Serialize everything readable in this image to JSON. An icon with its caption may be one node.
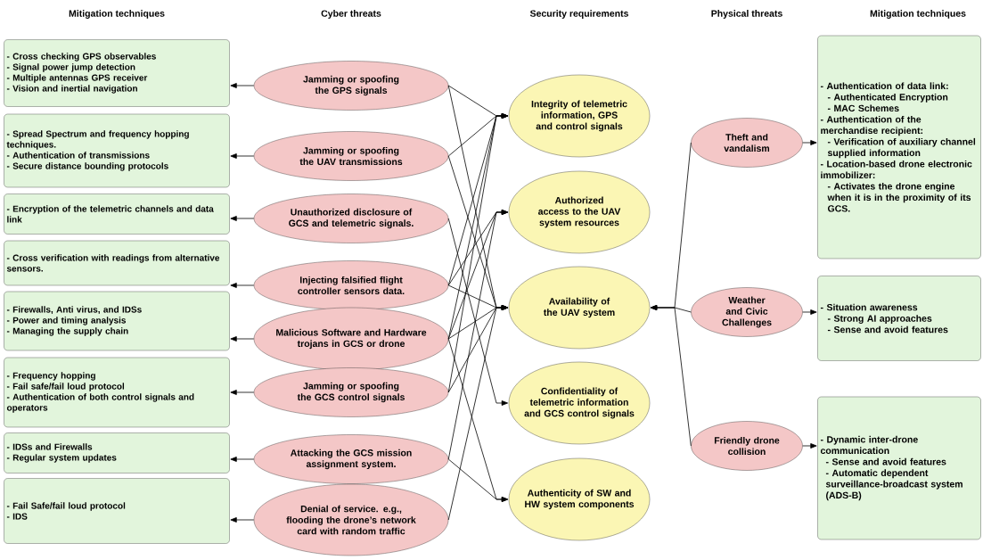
{
  "diagram": {
    "nodes": [
      {
        "text": [
          "- Cross checking GPS observables",
          "- Signal power jump detection",
          "- Multiple antennas GPS receiver",
          "- Vision and inertial navigation"
        ]
      },
      {
        "text": [
          "- Spread Spectrum and frequency hopping techniques.",
          "- Authentication of  transmissions",
          "- Secure distance bounding protocols"
        ]
      },
      {
        "text": [
          "- Encryption of the telemetric channels and data link"
        ]
      },
      {
        "text": [
          "- Cross verification with readings from alternative sensors."
        ]
      },
      {
        "text": [
          "- Firewalls, Anti virus, and IDSs",
          "- Power and timing analysis",
          "- Managing the supply chain"
        ]
      },
      {
        "text": [
          "- Frequency hopping",
          "- Fail safe/fail loud protocol",
          "- Authentication of both control signals and operators"
        ]
      },
      {
        "text": [
          "- IDSs and Firewalls",
          "- Regular system updates"
        ]
      },
      {
        "text": [
          "- Fail Safe/fail loud protocol",
          "- IDS"
        ]
      },
      {
        "text": [
          "Jamming or spoofing the GPS signals"
        ]
      },
      {
        "text": [
          "Jamming or spoofing the UAV transmissions"
        ]
      },
      {
        "text": [
          "Unauthorized disclosure of GCS and telemetric signals."
        ]
      },
      {
        "text": [
          "Injecting falsified flight controller sensors data."
        ]
      },
      {
        "text": [
          "Malicious Software and Hardware trojans in GCS or drone"
        ]
      },
      {
        "text": [
          "Jamming or spoofing the GCS control signals"
        ]
      },
      {
        "text": [
          "Attacking the GCS mission assignment system."
        ]
      },
      {
        "text": [
          "Denial of service. e.g., flooding the drone’s network card with random traffic"
        ]
      },
      {
        "text": [
          "Integrity of telemetric information, GPS and control signals"
        ]
      },
      {
        "text": [
          "Authorized access to the UAV system resources"
        ]
      },
      {
        "text": [
          "Availability of the UAV system"
        ]
      },
      {
        "text": [
          "Confidentiality of telemetric information and GCS control signals"
        ]
      },
      {
        "text": [
          "Authenticity of SW and HW system components"
        ]
      },
      {
        "text": [
          "Theft and vandalism"
        ]
      },
      {
        "text": [
          "Weather and Civic Challenges"
        ]
      },
      {
        "text": [
          "Friendly drone collision"
        ]
      },
      {
        "text": [
          "- Authentication of data link:",
          "- Authenticated Encryption",
          "- MAC Schemes",
          "- Authentication of the merchandise recipient:",
          "- Verification of auxiliary channel supplied information",
          "- Location-based drone electronic immobilizer:",
          "- Activates the drone engine when it is in the proximity of its GCS."
        ]
      },
      {
        "text": [
          "- Situation awareness",
          "- Strong AI approaches",
          "- Sense and avoid features"
        ]
      },
      {
        "text": [
          "- Dynamic inter-drone communication",
          "- Sense and avoid features",
          "- Automatic dependent surveillance-broadcast system (ADS-B)"
        ]
      }
    ],
    "edges": [
      {
        "from": 8,
        "to": 0,
        "arrow": "to"
      },
      {
        "from": 9,
        "to": 1,
        "arrow": "to"
      },
      {
        "from": 10,
        "to": 2,
        "arrow": "to"
      },
      {
        "from": 11,
        "to": 3,
        "arrow": "to"
      },
      {
        "from": 12,
        "to": 4,
        "arrow": "to"
      },
      {
        "from": 13,
        "to": 5,
        "arrow": "to"
      },
      {
        "from": 14,
        "to": 6,
        "arrow": "to"
      },
      {
        "from": 15,
        "to": 7,
        "arrow": "to"
      },
      {
        "from": 8,
        "to": 16,
        "arrow": "to"
      },
      {
        "from": 8,
        "to": 18,
        "arrow": "to"
      },
      {
        "from": 9,
        "to": 16,
        "arrow": "to"
      },
      {
        "from": 9,
        "to": 18,
        "arrow": "to"
      },
      {
        "from": 10,
        "to": 19,
        "arrow": "to"
      },
      {
        "from": 11,
        "to": 16,
        "arrow": "to"
      },
      {
        "from": 11,
        "to": 17,
        "arrow": "to"
      },
      {
        "from": 11,
        "to": 18,
        "arrow": "to"
      },
      {
        "from": 12,
        "to": 16,
        "arrow": "to"
      },
      {
        "from": 12,
        "to": 17,
        "arrow": "to"
      },
      {
        "from": 12,
        "to": 18,
        "arrow": "to"
      },
      {
        "from": 12,
        "to": 20,
        "arrow": "to"
      },
      {
        "from": 13,
        "to": 16,
        "arrow": "to"
      },
      {
        "from": 13,
        "to": 18,
        "arrow": "to"
      },
      {
        "from": 14,
        "to": 17,
        "arrow": "to"
      },
      {
        "from": 14,
        "to": 20,
        "arrow": "to"
      },
      {
        "from": 15,
        "to": 18,
        "arrow": "to"
      },
      {
        "from": 21,
        "to": 18,
        "arrow": "to"
      },
      {
        "from": 22,
        "to": 18,
        "arrow": "to"
      },
      {
        "from": 23,
        "to": 18,
        "arrow": "to"
      },
      {
        "from": 21,
        "to": 24,
        "arrow": "to"
      },
      {
        "from": 22,
        "to": 25,
        "arrow": "to"
      },
      {
        "from": 23,
        "to": 26,
        "arrow": "to"
      }
    ],
    "labels": [
      "Mitigation techniques",
      "Cyber threats",
      "Security requirements",
      "Physical threats",
      "Mitigation techniques"
    ]
  }
}
